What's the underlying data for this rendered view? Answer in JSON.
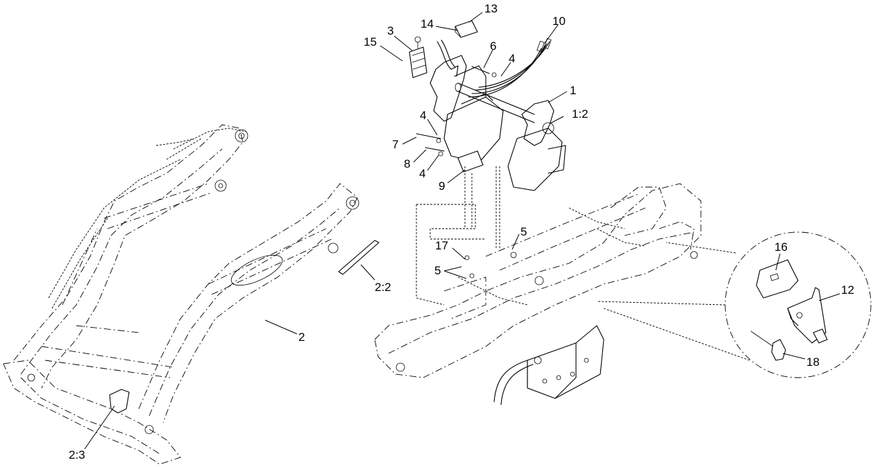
{
  "callouts": [
    {
      "id": "c13",
      "text": "13"
    },
    {
      "id": "c14",
      "text": "14"
    },
    {
      "id": "c3",
      "text": "3"
    },
    {
      "id": "c15",
      "text": "15"
    },
    {
      "id": "c10",
      "text": "10"
    },
    {
      "id": "c6",
      "text": "6"
    },
    {
      "id": "c4a",
      "text": "4"
    },
    {
      "id": "c1",
      "text": "1"
    },
    {
      "id": "c1_2",
      "text": "1:2"
    },
    {
      "id": "c4b",
      "text": "4"
    },
    {
      "id": "c7",
      "text": "7"
    },
    {
      "id": "c8",
      "text": "8"
    },
    {
      "id": "c4c",
      "text": "4"
    },
    {
      "id": "c9",
      "text": "9"
    },
    {
      "id": "c5a",
      "text": "5"
    },
    {
      "id": "c17",
      "text": "17"
    },
    {
      "id": "c5b",
      "text": "5"
    },
    {
      "id": "c2_2",
      "text": "2:2"
    },
    {
      "id": "c2",
      "text": "2"
    },
    {
      "id": "c2_3",
      "text": "2:3"
    },
    {
      "id": "c16",
      "text": "16"
    },
    {
      "id": "c12",
      "text": "12"
    },
    {
      "id": "c18",
      "text": "18"
    }
  ]
}
